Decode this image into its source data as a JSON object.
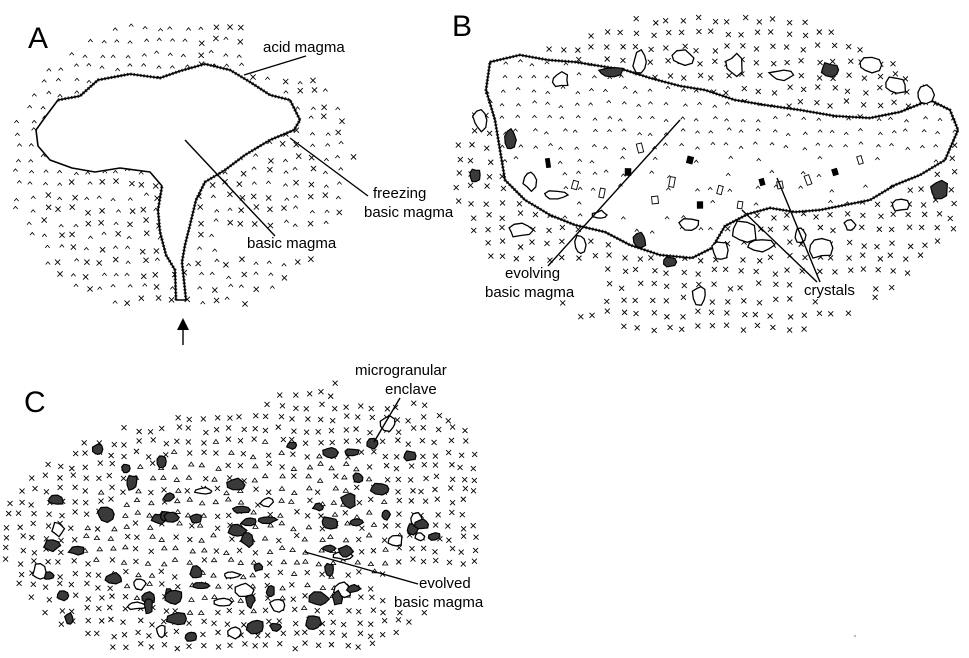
{
  "panels": {
    "a": {
      "letter": "A",
      "labels": {
        "acid_magma": "acid magma",
        "freezing_line1": "freezing",
        "freezing_line2": "basic magma",
        "basic_magma": "basic magma"
      }
    },
    "b": {
      "letter": "B",
      "labels": {
        "evolving_line1": "evolving",
        "evolving_line2": "basic magma",
        "crystals": "crystals"
      }
    },
    "c": {
      "letter": "C",
      "labels": {
        "micro_line1": "microgranular",
        "micro_line2": "enclave",
        "evolved_line1": "evolved",
        "evolved_line2": "basic magma"
      }
    }
  },
  "colors": {
    "ink": "#000000",
    "paper": "#ffffff"
  }
}
